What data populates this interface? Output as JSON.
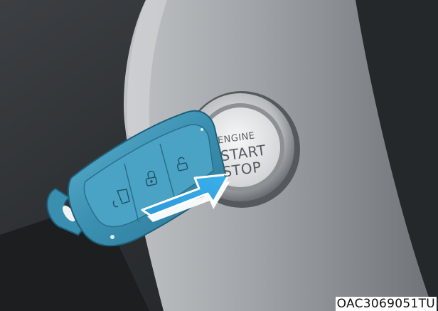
{
  "button": {
    "line1": "ENGINE",
    "line2": "START",
    "line3": "STOP"
  },
  "figure_code": "OAC3069051TU",
  "colors": {
    "fob": "#3a8fb0",
    "arrow": "#2ba3e0",
    "panel": "#9ca0a4",
    "background": "#2b2e32"
  },
  "icons": [
    "trunk-icon",
    "lock-icon",
    "unlock-icon"
  ]
}
